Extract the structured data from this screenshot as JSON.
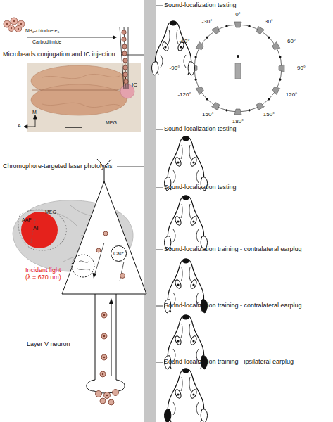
{
  "diagram": {
    "nodes": [
      {
        "text": [
          "Ca²⁺"
        ]
      }
    ],
    "edges": [],
    "labels": [
      "Sound-localization testing",
      "Microbeads conjugation and IC injection",
      "NH₂-chlorine e₆",
      "Carbodiimide",
      "IC",
      "MEG",
      "M",
      "A",
      "0°",
      "30°",
      "60°",
      "90°",
      "120°",
      "150°",
      "180°",
      "-150°",
      "-120°",
      "-90°",
      "-60°",
      "-30°",
      "Sound-localization testing",
      "Chromophore-targeted laser photolysis",
      "Sound-localization testing",
      "AAF",
      "AI",
      "MEG",
      "Incident light (λ = 670 nm)",
      "Layer V neuron",
      "Sound-localization training - contralateral earplug",
      "Sound-localization training - contralateral earplug",
      "Sound-localization training - ipsilateral earplug"
    ]
  }
}
